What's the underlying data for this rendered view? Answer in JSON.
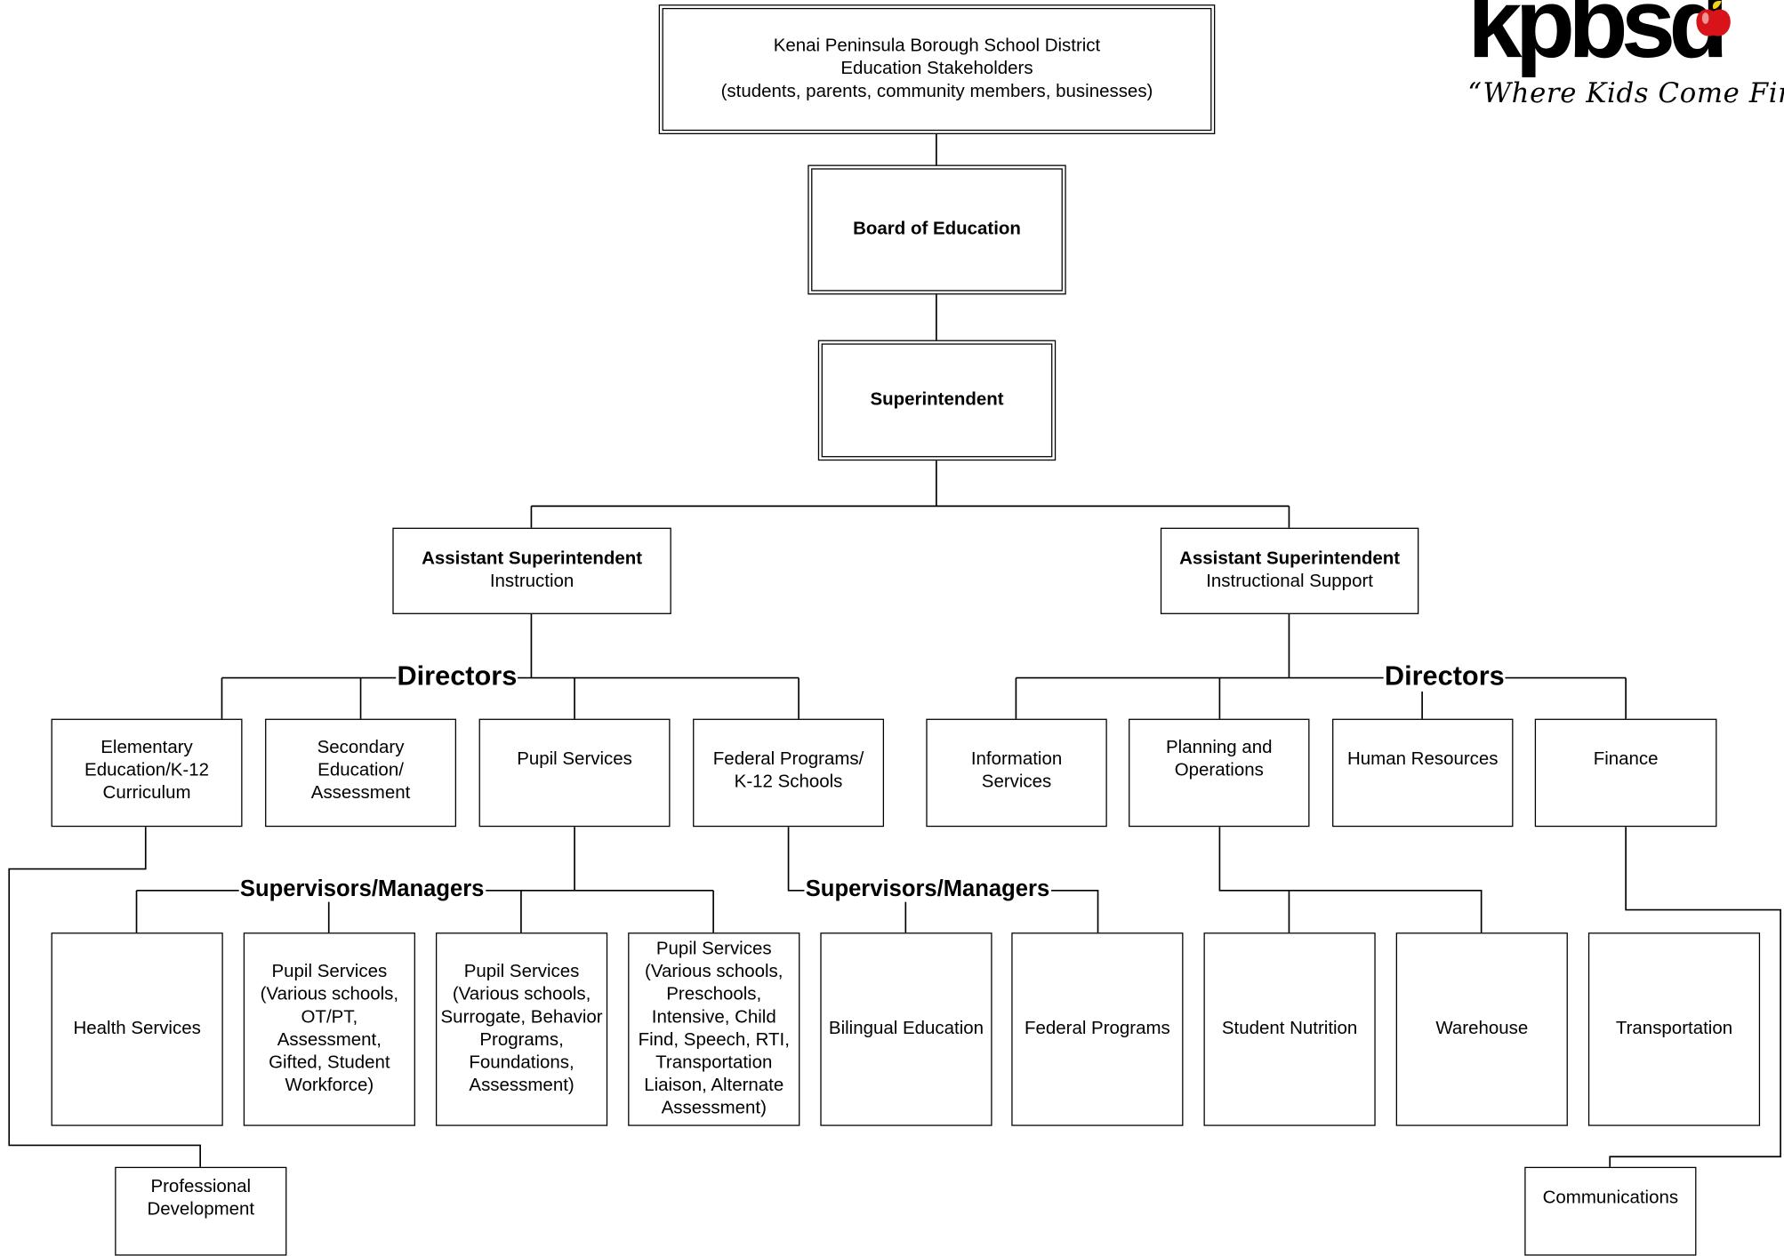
{
  "logo": {
    "wordmark": "kpbsd",
    "tagline": "“Where Kids Come First!”"
  },
  "top": {
    "stakeholders": "Kenai Peninsula Borough School District\nEducation Stakeholders\n(students, parents, community members, businesses)",
    "board": "Board of Education",
    "superintendent": "Superintendent"
  },
  "assistants": {
    "instruction": {
      "title": "Assistant Superintendent",
      "subtitle": "Instruction"
    },
    "support": {
      "title": "Assistant Superintendent",
      "subtitle": "Instructional Support"
    }
  },
  "labels": {
    "directors_left": "Directors",
    "directors_right": "Directors",
    "supervisors_left": "Supervisors/Managers",
    "supervisors_right": "Supervisors/Managers"
  },
  "directors": {
    "elementary": "Elementary\nEducation/K-12\nCurriculum",
    "secondary": "Secondary\nEducation/\nAssessment",
    "pupil_services": "Pupil Services",
    "federal_programs": "Federal Programs/\nK-12 Schools",
    "information_services": "Information\nServices",
    "planning_operations": "Planning and\nOperations",
    "human_resources": "Human Resources",
    "finance": "Finance"
  },
  "managers": {
    "health_services": "Health Services",
    "pupil_services_1": "Pupil Services\n(Various schools,\nOT/PT,\nAssessment,\nGifted, Student\nWorkforce)",
    "pupil_services_2": "Pupil Services\n(Various schools,\nSurrogate, Behavior\nPrograms,\nFoundations,\nAssessment)",
    "pupil_services_3": "Pupil Services\n(Various schools,\nPreschools,\nIntensive, Child\nFind, Speech, RTI,\nTransportation\nLiaison, Alternate\nAssessment)",
    "bilingual_education": "Bilingual Education",
    "federal_programs": "Federal Programs",
    "student_nutrition": "Student Nutrition",
    "warehouse": "Warehouse",
    "transportation": "Transportation"
  },
  "extra": {
    "professional_development": "Professional\nDevelopment",
    "communications": "Communications"
  },
  "colors": {
    "apple_red": "#d8141a",
    "leaf_yellow": "#f2d21a",
    "line": "#000000"
  }
}
